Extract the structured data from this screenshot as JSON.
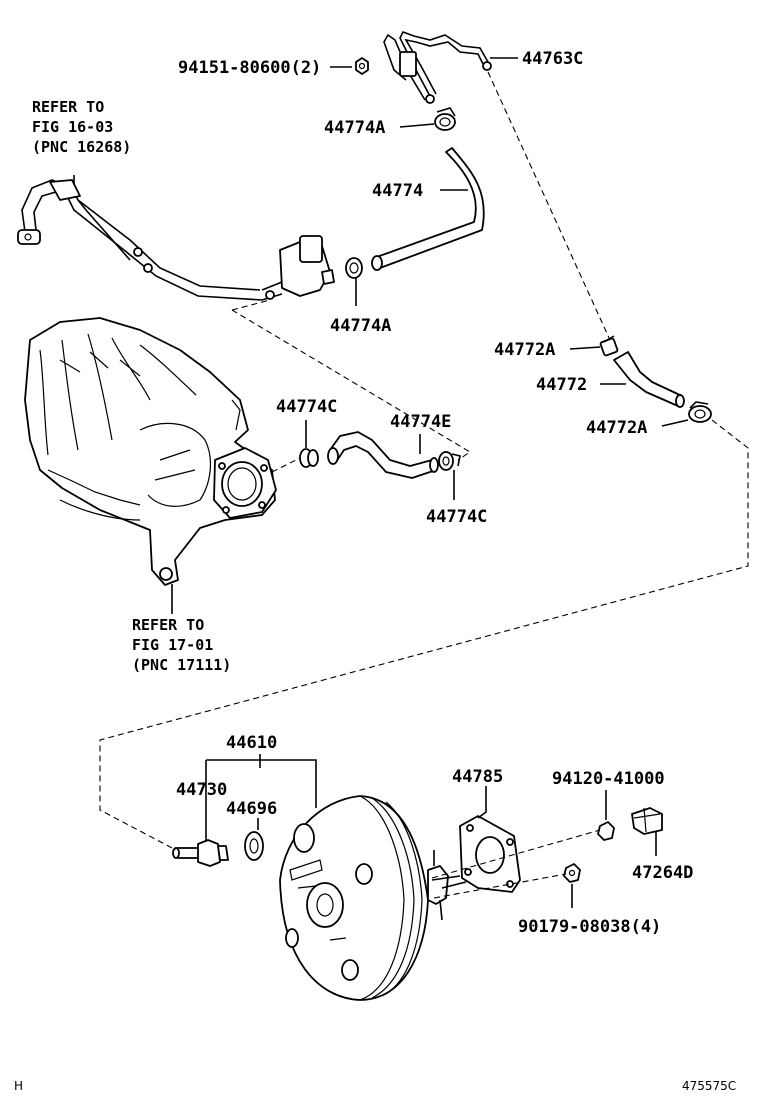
{
  "labels": {
    "p94151_80600": "94151-80600(2)",
    "p44763C": "44763C",
    "p44774A_top": "44774A",
    "p44774": "44774",
    "p44774A_mid": "44774A",
    "p44772A_top": "44772A",
    "p44772": "44772",
    "p44772A_bot": "44772A",
    "p44774C_top": "44774C",
    "p44774E": "44774E",
    "p44774C_bot": "44774C",
    "p44610": "44610",
    "p44730": "44730",
    "p44696": "44696",
    "p44785": "44785",
    "p94120_41000": "94120-41000",
    "p47264D": "47264D",
    "p90179_08038": "90179-08038(4)"
  },
  "refs": {
    "top_line1": "REFER TO",
    "top_line2": "FIG 16-03",
    "top_line3": "(PNC 16268)",
    "mid_line1": "REFER TO",
    "mid_line2": "FIG 17-01",
    "mid_line3": "(PNC 17111)"
  },
  "footer": {
    "left_code": "H",
    "right_code": "475575C"
  }
}
